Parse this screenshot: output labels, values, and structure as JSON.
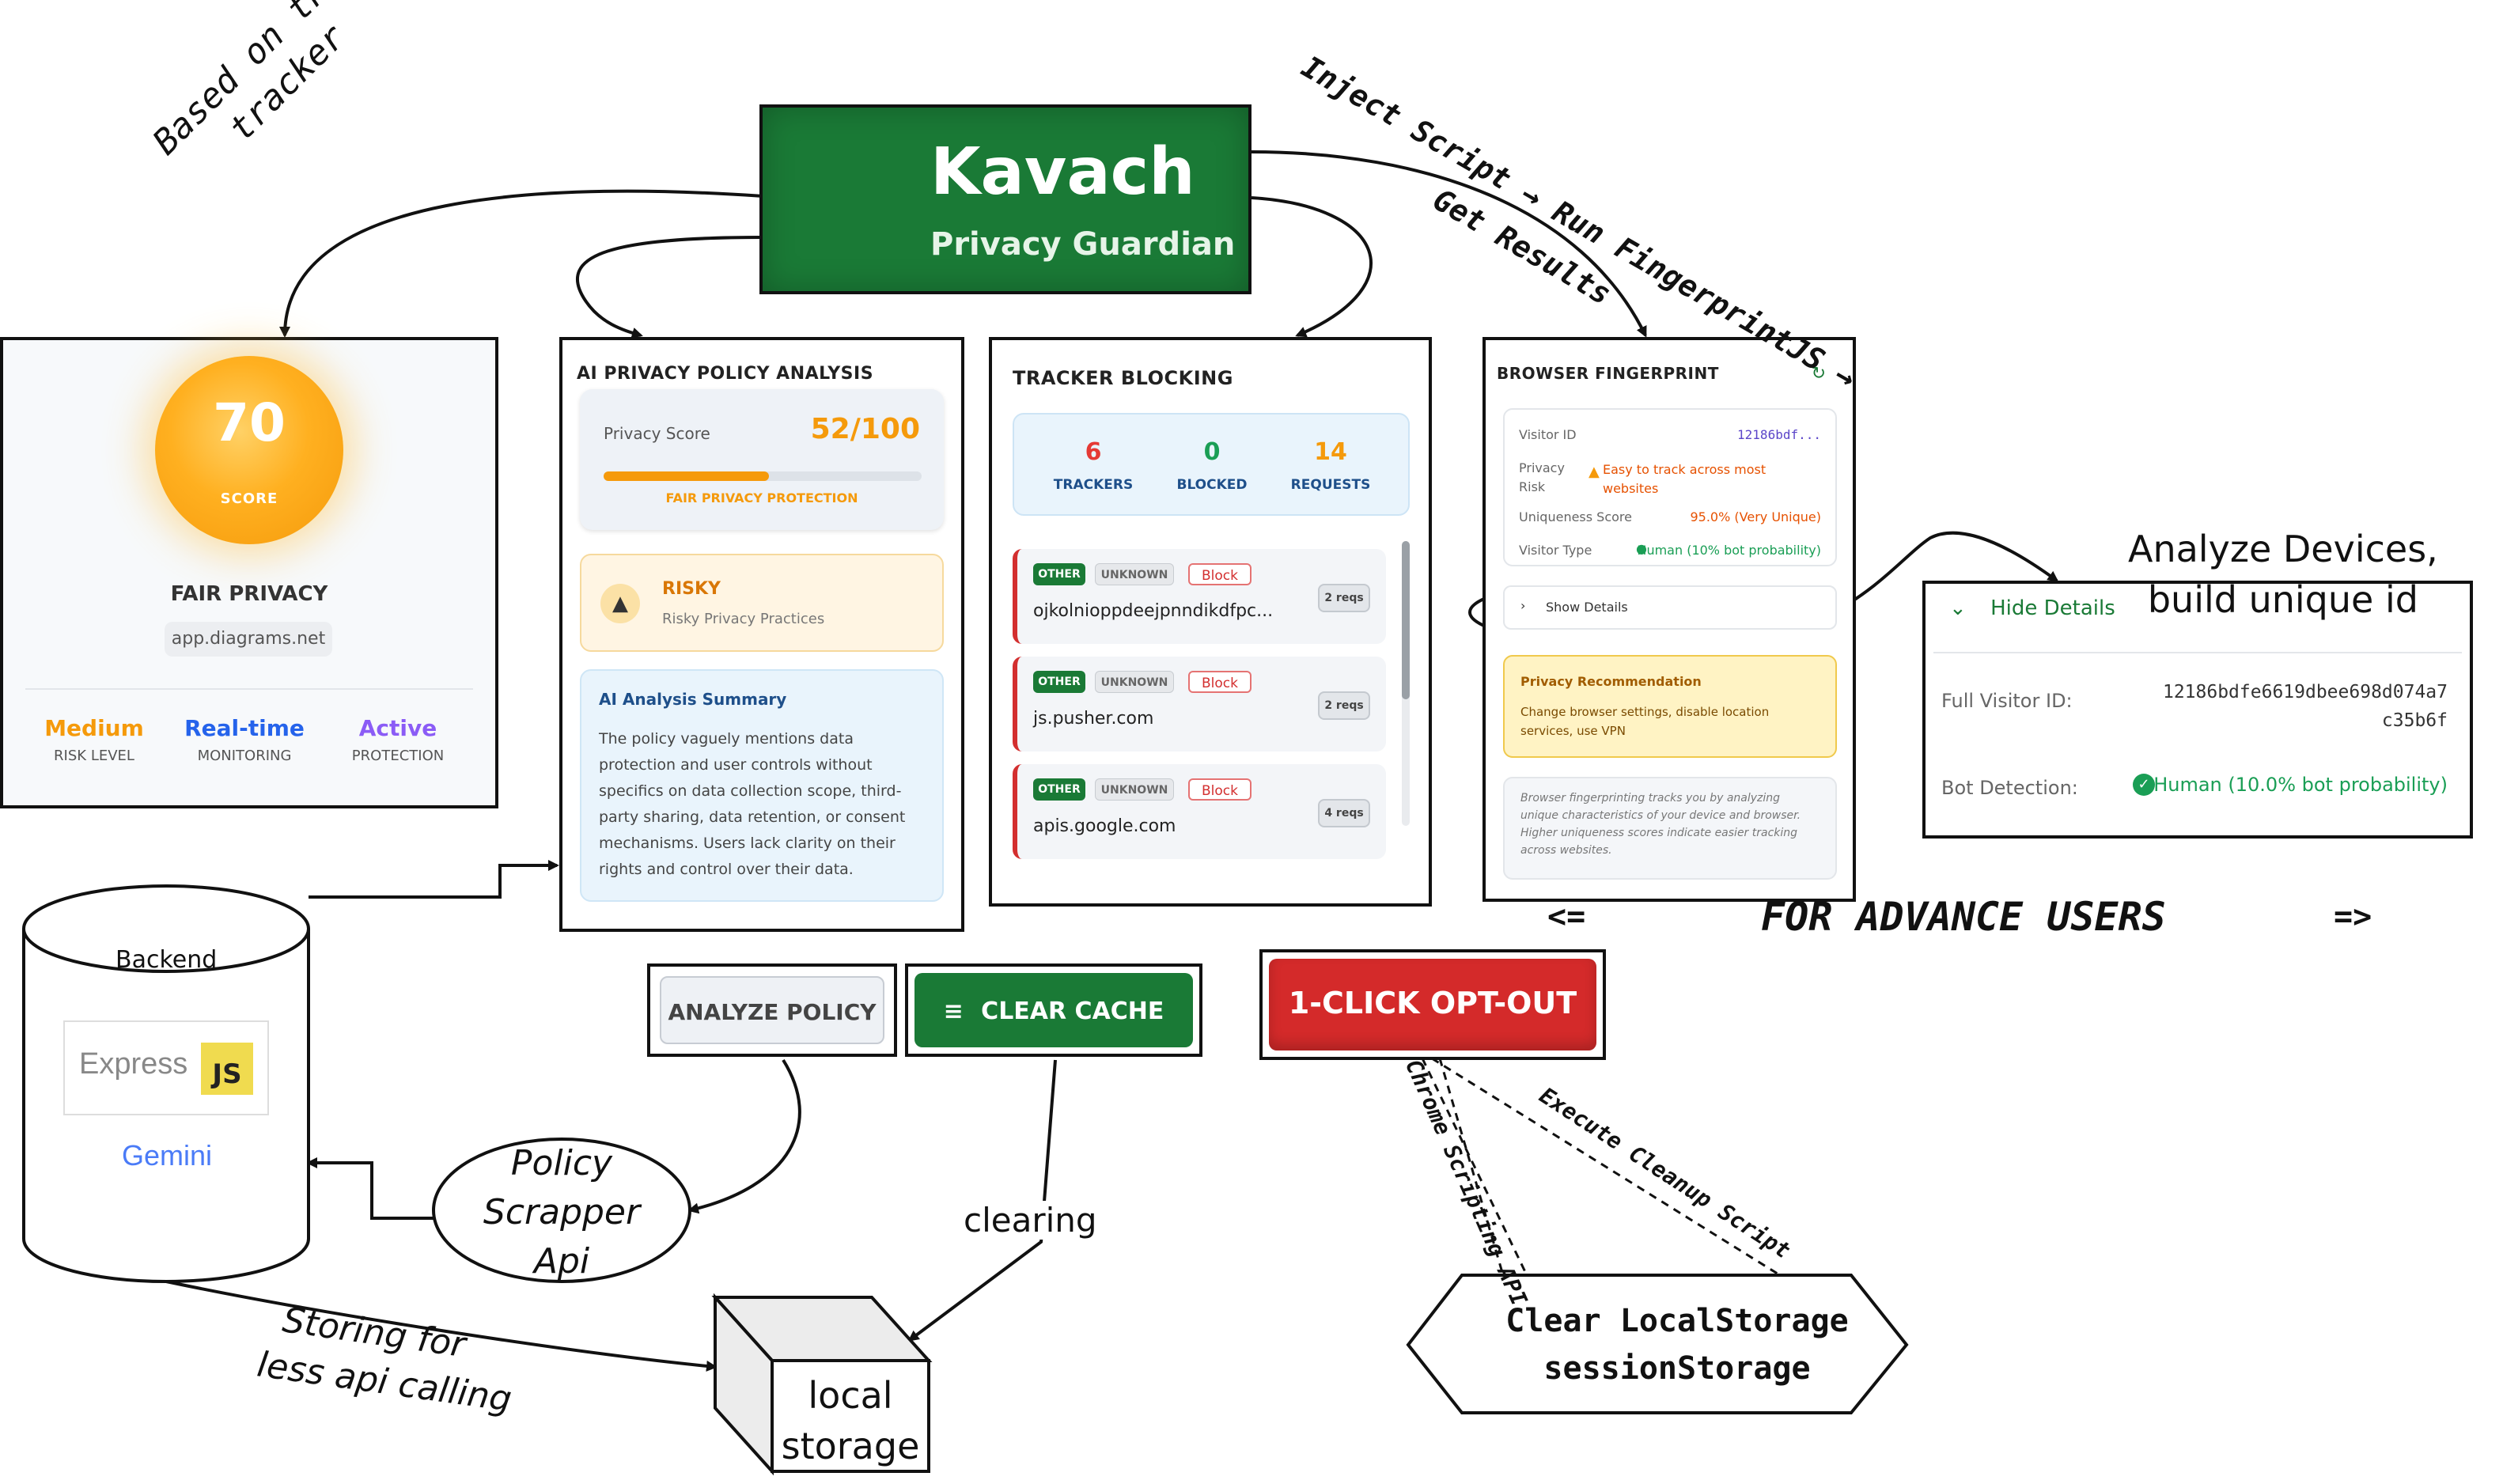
{
  "app": {
    "name": "Kavach",
    "subtitle": "Privacy Guardian",
    "colors": {
      "brand_green": "#1a7a36",
      "risk_orange": "#f59a0b",
      "danger_red": "#d42a2a"
    }
  },
  "score_panel": {
    "score": "70",
    "score_label": "SCORE",
    "privacy_label": "FAIR PRIVACY",
    "site": "app.diagrams.net",
    "stats": [
      {
        "value": "Medium",
        "label": "RISK LEVEL",
        "color": "#f59a0b"
      },
      {
        "value": "Real-time",
        "label": "MONITORING",
        "color": "#2563eb"
      },
      {
        "value": "Active",
        "label": "PROTECTION",
        "color": "#8b5cf6"
      }
    ]
  },
  "ai_panel": {
    "title": "AI PRIVACY POLICY ANALYSIS",
    "privacy_score_label": "Privacy Score",
    "privacy_score_value": "52/100",
    "privacy_score_fraction": 0.52,
    "privacy_score_caption": "FAIR PRIVACY PROTECTION",
    "risk_title": "RISKY",
    "risk_subtitle": "Risky Privacy Practices",
    "summary_title": "AI Analysis Summary",
    "summary_body": "The policy vaguely mentions data protection and user controls without specifics on data collection scope, third-party sharing, data retention, or consent mechanisms. Users lack clarity on their rights and control over their data."
  },
  "tracker_panel": {
    "title": "TRACKER BLOCKING",
    "stats": [
      {
        "value": "6",
        "label": "TRACKERS",
        "color": "#e53935"
      },
      {
        "value": "0",
        "label": "BLOCKED",
        "color": "#1a9e55"
      },
      {
        "value": "14",
        "label": "REQUESTS",
        "color": "#f59a0b"
      }
    ],
    "rows": [
      {
        "category": "OTHER",
        "status": "UNKNOWN",
        "action": "Block",
        "domain": "ojkolnioppdeejpnndikdfpc...",
        "requests": "2 reqs"
      },
      {
        "category": "OTHER",
        "status": "UNKNOWN",
        "action": "Block",
        "domain": "js.pusher.com",
        "requests": "2 reqs"
      },
      {
        "category": "OTHER",
        "status": "UNKNOWN",
        "action": "Block",
        "domain": "apis.google.com",
        "requests": "4 reqs"
      }
    ]
  },
  "fingerprint_panel": {
    "title": "BROWSER FINGERPRINT",
    "visitor_id_label": "Visitor ID",
    "visitor_id_value": "12186bdf...",
    "privacy_risk_label": "Privacy Risk",
    "privacy_risk_value": "Easy to track across most websites",
    "uniqueness_label": "Uniqueness Score",
    "uniqueness_value": "95.0% (Very Unique)",
    "visitor_type_label": "Visitor Type",
    "visitor_type_value": "Human (10% bot probability)",
    "show_details": "Show Details",
    "recommendation_title": "Privacy Recommendation",
    "recommendation_body": "Change browser settings, disable location services, use VPN",
    "note": "Browser fingerprinting tracks you by analyzing unique characteristics of your device and browser. Higher uniqueness scores indicate easier tracking across websites."
  },
  "details_panel": {
    "hide_details": "Hide Details",
    "full_id_label": "Full Visitor ID:",
    "full_id_value_line1": "12186bdfe6619dbee698d074a7",
    "full_id_value_line2": "c35b6f",
    "bot_label": "Bot Detection:",
    "bot_value": "Human (10.0% bot probability)"
  },
  "buttons": {
    "analyze_policy": "ANALYZE POLICY",
    "clear_cache": "CLEAR CACHE",
    "opt_out": "1-CLICK OPT-OUT"
  },
  "backend": {
    "label": "Backend",
    "framework": "Express",
    "language": "JS",
    "ai": "Gemini"
  },
  "annotations": {
    "based_on_tracker_1": "Based on the",
    "based_on_tracker_2": "tracker",
    "inject_1": "Inject Script → Run FingerprintJS →",
    "inject_2": "Get Results",
    "analyze_devices_1": "Analyze Devices,",
    "analyze_devices_2": "build unique id",
    "advance_left": "<=",
    "advance_text": "FOR ADVANCE USERS",
    "advance_right": "=>",
    "policy_scrapper_1": "Policy",
    "policy_scrapper_2": "Scrapper",
    "policy_scrapper_3": "Api",
    "clearing": "clearing",
    "storing_1": "Storing for",
    "storing_2": "less api calling",
    "local_storage_1": "local",
    "local_storage_2": "storage",
    "chrome_api": "Chrome Scripting API",
    "cleanup_script": "Execute Cleanup Script",
    "clear_storage_1": "Clear LocalStorage",
    "clear_storage_2": "sessionStorage"
  }
}
